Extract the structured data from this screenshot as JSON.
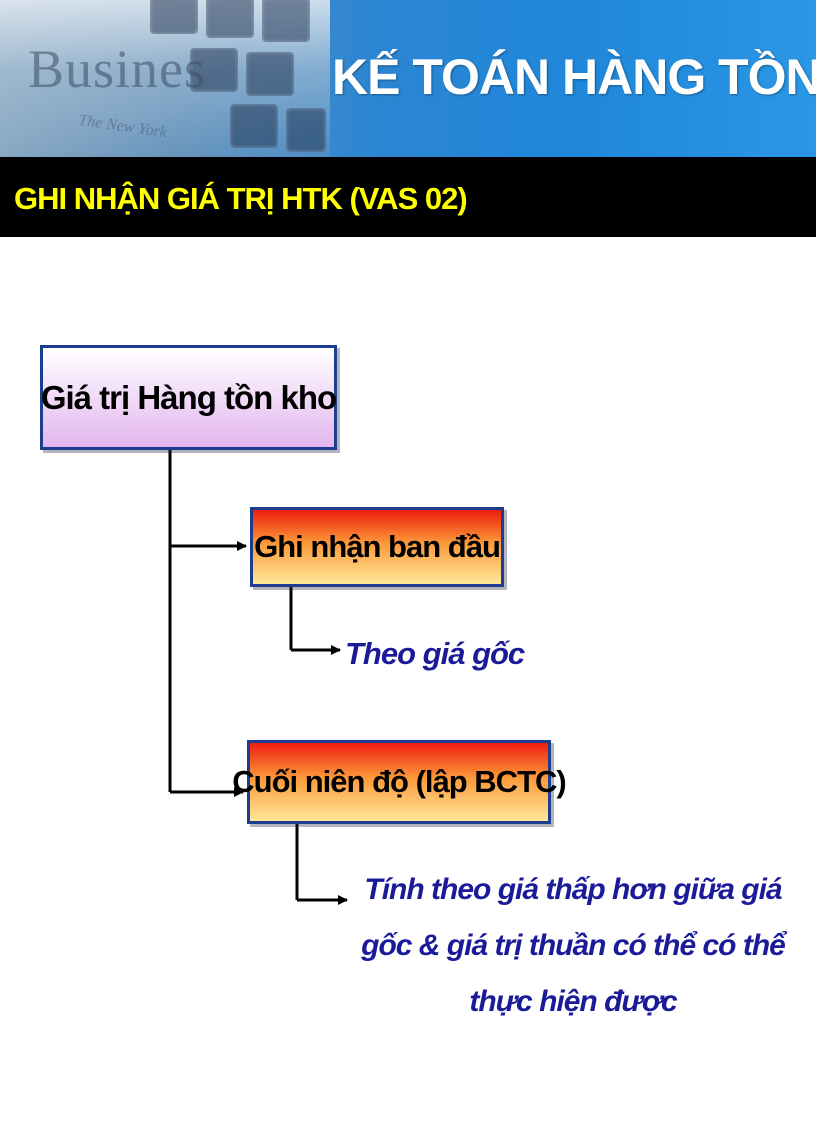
{
  "header": {
    "title": "KẾ TOÁN HÀNG TỒN KHO",
    "subtitle": "GHI NHẬN GIÁ TRỊ HTK (VAS 02)",
    "photo_word": "Busines",
    "photo_sub": "The New York"
  },
  "diagram": {
    "root": "Giá trị Hàng tồn kho",
    "branches": [
      {
        "label": "Ghi nhận ban đầu",
        "detail": "Theo giá gốc"
      },
      {
        "label": "Cuối niên độ (lập BCTC)",
        "detail": "Tính theo giá thấp hơn giữa giá gốc & giá trị thuần có thể  có thể thực hiện được"
      }
    ]
  },
  "colors": {
    "banner_blue": "#1f87da",
    "title_text": "#ffffff",
    "subtitle_text": "#ffff00",
    "box_border": "#1d3d8f",
    "root_fill": "#e3b6ef",
    "branch_fill_top": "#ee1d0e",
    "branch_fill_bottom": "#ffe79a",
    "detail_text": "#1b1b9a"
  }
}
